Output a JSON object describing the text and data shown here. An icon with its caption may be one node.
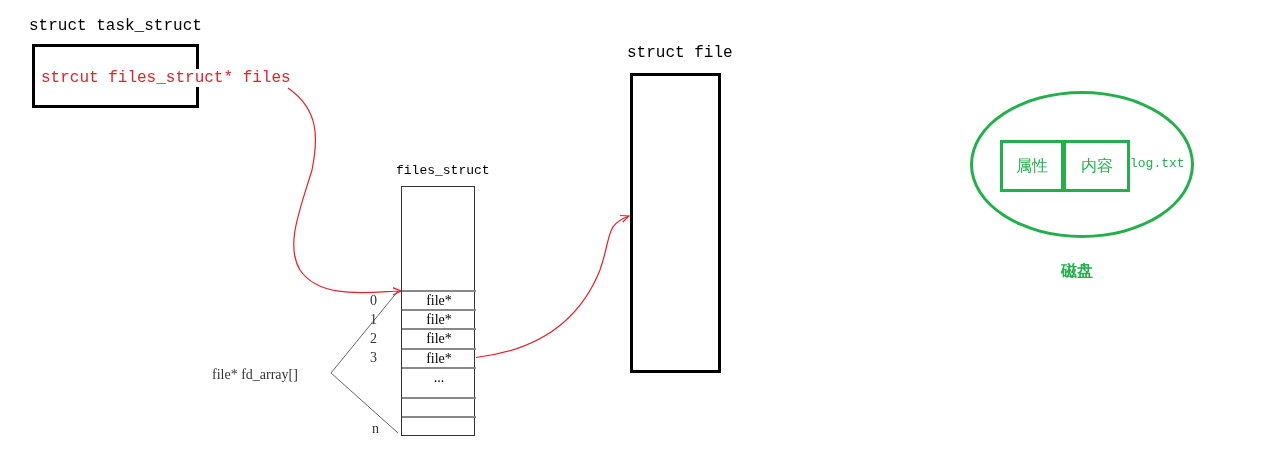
{
  "diagram": {
    "nodes": [
      {
        "text": [
          "struct task_struct",
          "strcut files_struct* files"
        ]
      },
      {
        "text": [
          "files_struct"
        ]
      },
      {
        "text": [
          "file*"
        ],
        "in": 1
      },
      {
        "text": [
          "file*"
        ],
        "in": 1
      },
      {
        "text": [
          "file*"
        ],
        "in": 1
      },
      {
        "text": [
          "file*"
        ],
        "in": 1
      },
      {
        "text": [
          "..."
        ],
        "in": 1
      },
      {
        "text": [],
        "shape": "box",
        "in": 1
      },
      {
        "text": [],
        "shape": "box",
        "in": 1
      },
      {
        "text": [
          "struct file"
        ]
      },
      {
        "text": [
          "log.txt"
        ],
        "beside": [
          "磁盘"
        ]
      },
      {
        "text": [
          "属性"
        ],
        "in": 10
      },
      {
        "text": [
          "内容"
        ],
        "in": 10
      }
    ],
    "edges": [
      {
        "from": 0,
        "to": 2,
        "arrow": "to"
      },
      {
        "from": 5,
        "to": 9,
        "arrow": "to"
      }
    ],
    "labels": [
      "0",
      "1",
      "2",
      "3",
      "file* fd_array[]",
      "n"
    ]
  }
}
